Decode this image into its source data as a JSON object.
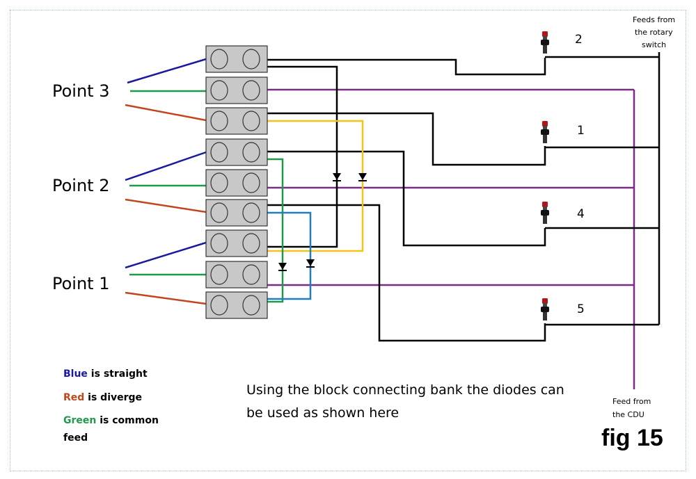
{
  "colors": {
    "blue": "#1a1aa0",
    "green": "#1f9a4a",
    "red": "#c0471b",
    "purple": "#7b2a86",
    "yellow": "#f0c419",
    "lightblue": "#1f7fbf",
    "black": "#000000",
    "block_fill": "#c8c8c8",
    "button_red": "#b3141a"
  },
  "points": [
    {
      "label": "Point 3"
    },
    {
      "label": "Point 2"
    },
    {
      "label": "Point 1"
    }
  ],
  "switches": [
    "2",
    "1",
    "4",
    "5"
  ],
  "notes": {
    "rotary_line1": "Feeds from",
    "rotary_line2": "the rotary",
    "rotary_line3": "switch",
    "cdu_line1": "Feed from",
    "cdu_line2": "the CDU"
  },
  "legend": {
    "blue_word": "Blue",
    "blue_rest": " is straight",
    "red_word": "Red",
    "red_rest": " is diverge",
    "green_word": "Green",
    "green_rest": " is common",
    "green_rest2": "feed"
  },
  "caption": {
    "line1": "Using the block connecting bank the diodes can",
    "line2": "be used as shown here"
  },
  "fig_label": "fig 15"
}
